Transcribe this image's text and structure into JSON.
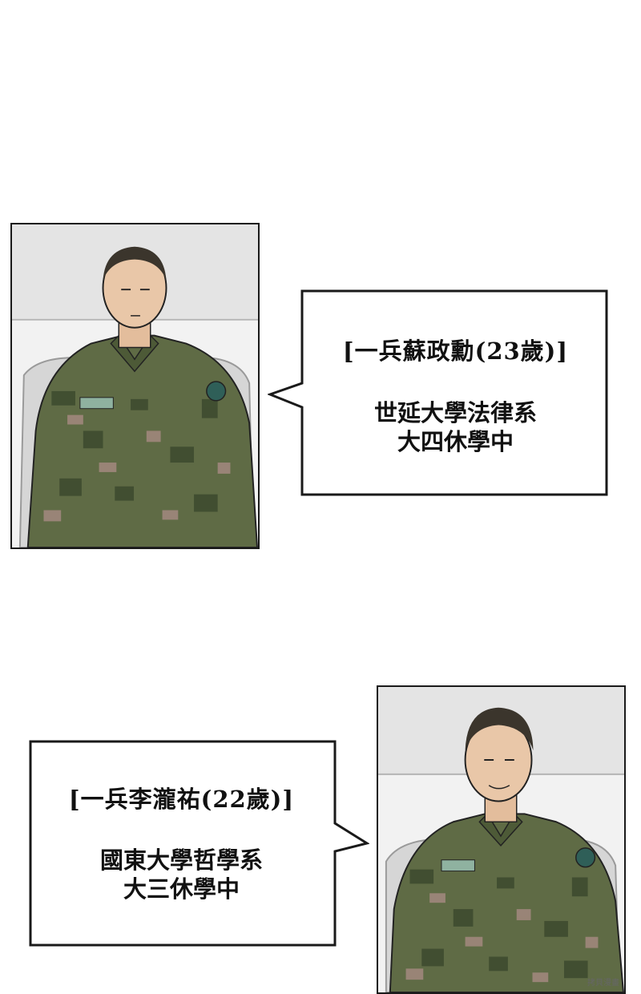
{
  "panel_1": {
    "caption_name": "[一兵蘇政勳(23歲)]",
    "caption_line_1": "世延大學法律系",
    "caption_line_2": "大四休學中"
  },
  "panel_2": {
    "caption_name": "[一兵李瀧祐(22歲)]",
    "caption_line_1": "國東大學哲學系",
    "caption_line_2": "大三休學中"
  },
  "watermark": "拷貝漫畫",
  "colors": {
    "camo_base": "#5f6b45",
    "camo_dark": "#3c4a2e",
    "camo_pink": "#a88b83",
    "skin": "#e9c7a8",
    "hair": "#3b352c",
    "wall": "#e4e4e4"
  }
}
